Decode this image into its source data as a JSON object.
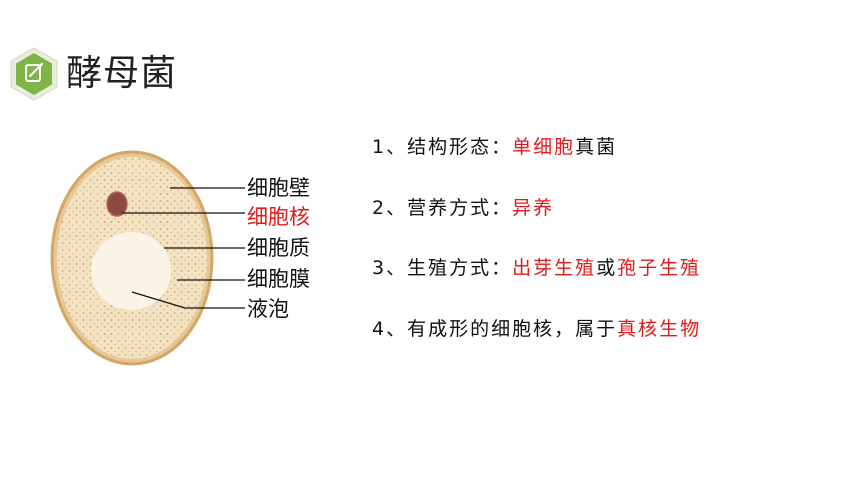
{
  "header": {
    "title": "酵母菌",
    "badge_icon": "edit-note-icon",
    "badge_color": "#7fb446"
  },
  "diagram": {
    "labels": {
      "cell_wall": "细胞壁",
      "nucleus": "细胞核",
      "cytoplasm": "细胞质",
      "cell_membrane": "细胞膜",
      "vacuole": "液泡"
    },
    "highlight_color": "#e01b1b"
  },
  "facts": [
    {
      "prefix": "1、结构形态：",
      "red1": "单细胞",
      "mid": "真菌",
      "red2": "",
      "suffix": ""
    },
    {
      "prefix": "2、营养方式：",
      "red1": "异养",
      "mid": "",
      "red2": "",
      "suffix": ""
    },
    {
      "prefix": "3、生殖方式：",
      "red1": "出芽生殖",
      "mid": "或",
      "red2": "孢子生殖",
      "suffix": ""
    },
    {
      "prefix": "4、有成形的细胞核，属于",
      "red1": "真核生物",
      "mid": "",
      "red2": "",
      "suffix": ""
    }
  ]
}
